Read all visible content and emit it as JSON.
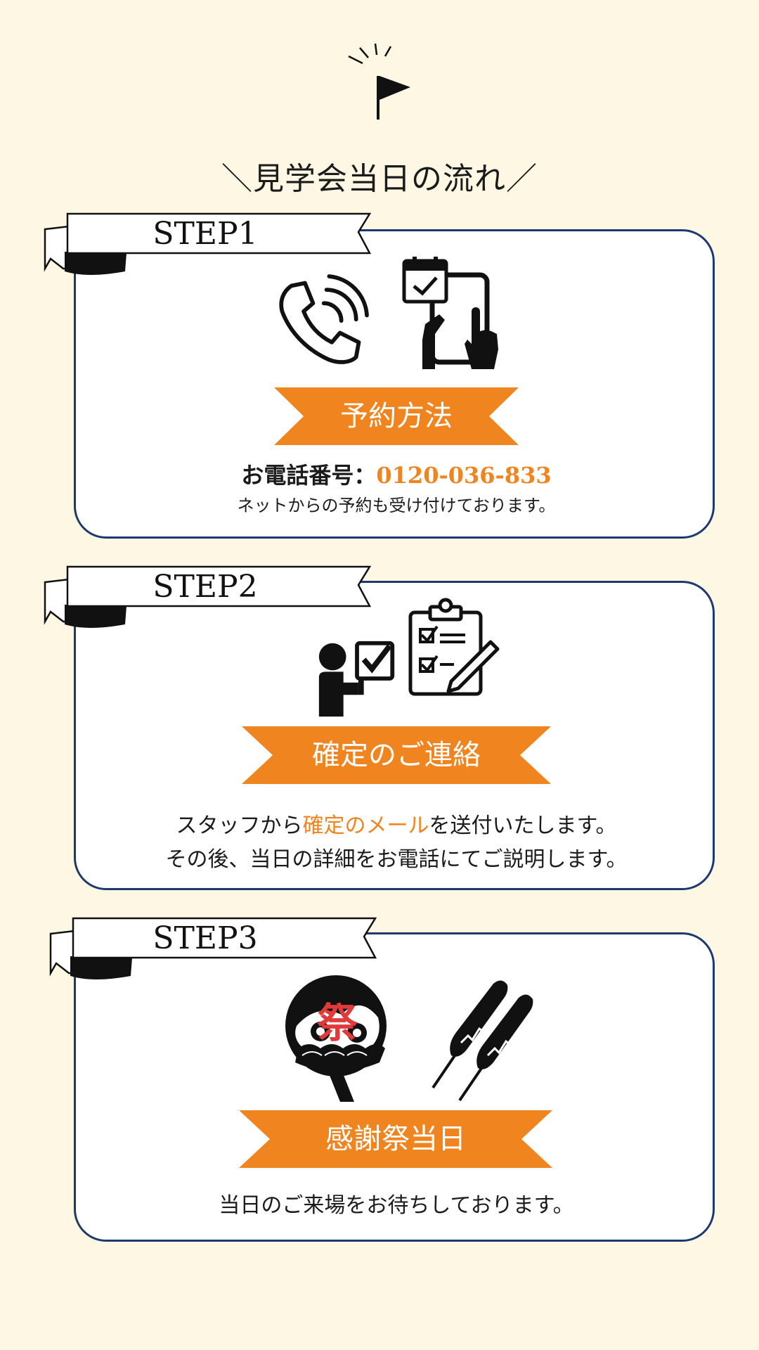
{
  "title": "＼見学会当日の流れ／",
  "colors": {
    "background": "#fdf7e4",
    "card_border": "#1d3a6e",
    "accent": "#f0841f",
    "icon": "#111111"
  },
  "steps": [
    {
      "label": "STEP1",
      "heading": "予約方法",
      "icons": [
        "phone-icon",
        "tablet-reservation-icon"
      ],
      "phone_label": "お電話番号：",
      "phone_number": "0120-036-833",
      "note": "ネットからの予約も受け付けております。"
    },
    {
      "label": "STEP2",
      "heading": "確定のご連絡",
      "icons": [
        "person-check-icon",
        "clipboard-checklist-icon"
      ],
      "line1_pre": "スタッフから",
      "line1_accent": "確定のメール",
      "line1_post": "を送付いたします。",
      "line2": "その後、当日の詳細をお電話にてご説明します。"
    },
    {
      "label": "STEP3",
      "heading": "感謝祭当日",
      "icons": [
        "festival-fan-icon",
        "corndog-icon"
      ],
      "fan_glyph": "祭",
      "note": "当日のご来場をお待ちしております。"
    }
  ]
}
